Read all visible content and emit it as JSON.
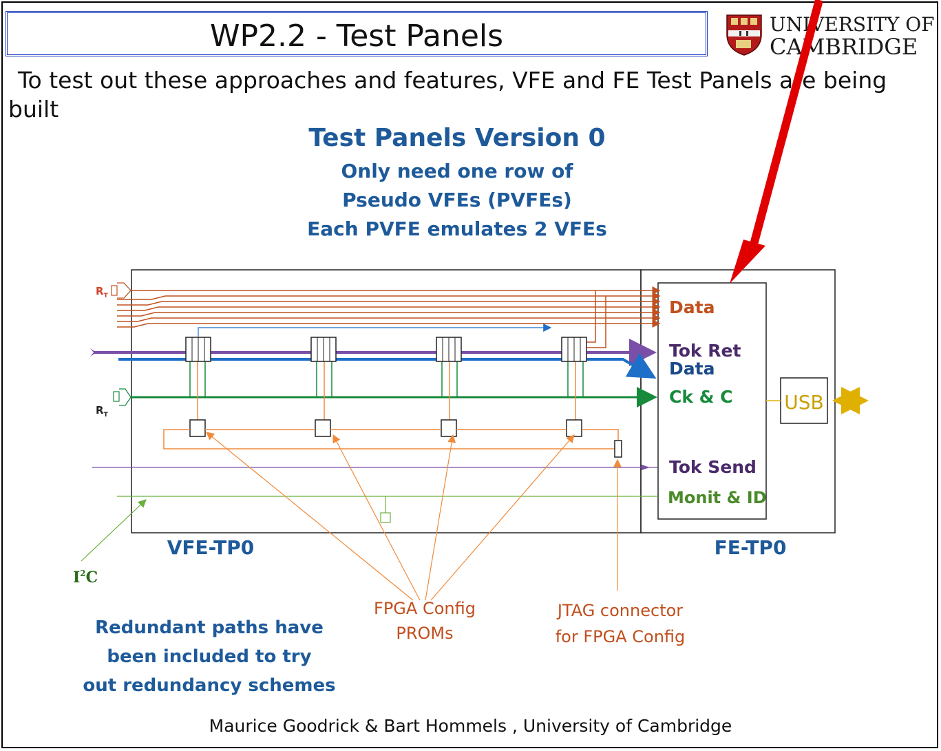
{
  "slide": {
    "title": "WP2.2 - Test Panels",
    "logo": {
      "line1": "UNIVERSITY OF",
      "line2": "CAMBRIDGE"
    },
    "intro": "To test out these approaches and features, VFE and FE Test Panels are being built",
    "footer": "Maurice Goodrick & Bart Hommels , University of Cambridge"
  },
  "diagram": {
    "heading": "Test Panels Version 0",
    "subheading_lines": [
      "Only need one row of",
      "Pseudo VFEs (PVFEs)",
      "Each PVFE emulates 2 VFEs"
    ],
    "panel_labels": {
      "vfe": "VFE-TP0",
      "fe": "FE-TP0"
    },
    "fe_signals": {
      "data": "Data",
      "tok_ret": "Tok Ret",
      "data2": "Data",
      "ck": "Ck & C",
      "tok_send": "Tok Send",
      "monit": "Monit & ID"
    },
    "usb_label": "USB",
    "rt_label": "R",
    "rt_sub": "T",
    "i2c_label": "I",
    "i2c_sup": "2",
    "i2c_tail": "C",
    "annotations": {
      "redundant": [
        "Redundant paths have",
        "been included to try",
        "out redundancy schemes"
      ],
      "fpga": [
        "FPGA Config",
        "PROMs"
      ],
      "jtag": [
        "JTAG connector",
        "for FPGA Config"
      ]
    },
    "colors": {
      "data": "#c0501e",
      "token": "#7a4fa8",
      "blue": "#1e6fc8",
      "clock": "#178a3c",
      "config": "#f08a3a",
      "monit": "#6ab03c",
      "usb": "#e0b000",
      "arrow": "#e00000"
    }
  }
}
